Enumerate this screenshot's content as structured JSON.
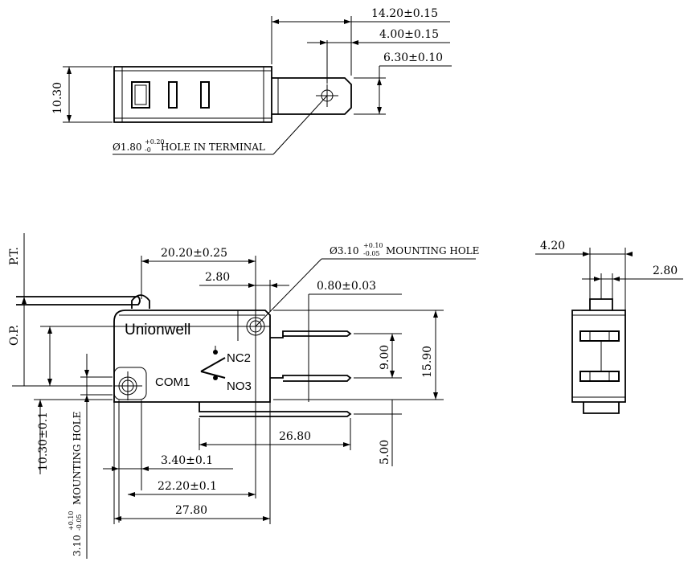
{
  "top_view": {
    "dim_width_total": "14.20±0.15",
    "dim_hole_offset": "4.00±0.15",
    "dim_terminal_width": "6.30±0.10",
    "dim_height": "10.30",
    "hole_note_prefix": "Ø1.80",
    "hole_note_tol_upper": "+0.20",
    "hole_note_tol_lower": "-0",
    "hole_note_suffix": "HOLE IN TERMINAL"
  },
  "front_view": {
    "brand": "Unionwell",
    "label_nc": "NC2",
    "label_no": "NO3",
    "label_com": "COM1",
    "label_pt": "P.T.",
    "label_op": "O.P.",
    "dim_hole_spacing": "20.20±0.25",
    "dim_lever_offset": "2.80",
    "dim_mount_hole_prefix": "Ø3.10",
    "dim_mount_hole_tol_upper": "+0.10",
    "dim_mount_hole_tol_lower": "-0.05",
    "dim_mount_hole_suffix": "MOUNTING HOLE",
    "dim_terminal_thickness": "0.80±0.03",
    "dim_terminal_pitch": "9.00",
    "dim_body_height": "15.90",
    "dim_com_to_no": "26.80",
    "dim_terminal_drop": "5.00",
    "dim_hole_to_edge": "3.40±0.1",
    "dim_hole_to_terminal": "22.20±0.1",
    "dim_body_length": "27.80",
    "dim_hole_height": "10.30±0.1",
    "dim_left_hole_prefix": "3.10",
    "dim_left_hole_tol_upper": "+0.10",
    "dim_left_hole_tol_lower": "-0.05",
    "dim_left_hole_suffix": "MOUNTING HOLE"
  },
  "side_view": {
    "dim_width": "4.20",
    "dim_offset": "2.80"
  }
}
